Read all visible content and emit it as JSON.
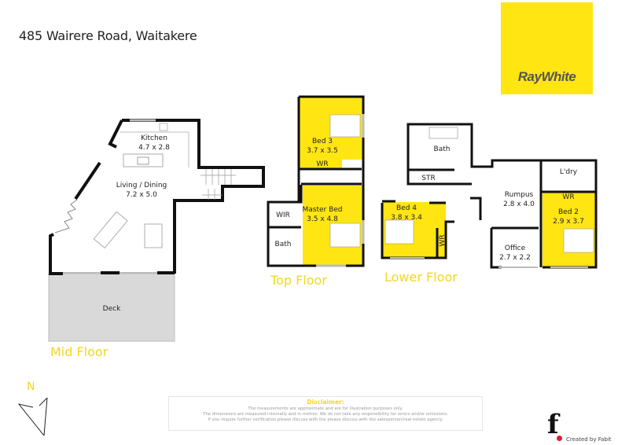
{
  "header": {
    "address": "485 Wairere Road, Waitakere"
  },
  "brand": {
    "name": "RayWhite",
    "color": "#ffe512",
    "text_color": "#555555"
  },
  "colors": {
    "highlight": "#ffe512",
    "wall": "#111111",
    "deck": "#d9d9d9",
    "floor_label": "#f2d81f"
  },
  "floors": {
    "mid": {
      "label": "Mid Floor",
      "rooms": [
        {
          "name": "Kitchen",
          "dims": "4.7 x 2.8"
        },
        {
          "name": "Living / Dining",
          "dims": "7.2 x 5.0"
        },
        {
          "name": "Deck",
          "dims": ""
        }
      ]
    },
    "top": {
      "label": "Top Floor",
      "rooms": [
        {
          "name": "Bed 3",
          "dims": "3.7 x 3.5"
        },
        {
          "name": "WR",
          "dims": ""
        },
        {
          "name": "Master Bed",
          "dims": "3.5 x 4.8"
        },
        {
          "name": "WIR",
          "dims": ""
        },
        {
          "name": "Bath",
          "dims": ""
        }
      ]
    },
    "lower": {
      "label": "Lower Floor",
      "rooms": [
        {
          "name": "Bath",
          "dims": ""
        },
        {
          "name": "STR",
          "dims": ""
        },
        {
          "name": "Bed 4",
          "dims": "3.8 x 3.4"
        },
        {
          "name": "WR",
          "dims": ""
        },
        {
          "name": "Rumpus",
          "dims": "2.8 x 4.0"
        },
        {
          "name": "L'dry",
          "dims": ""
        },
        {
          "name": "WR",
          "dims": ""
        },
        {
          "name": "Bed 2",
          "dims": "2.9 x 3.7"
        },
        {
          "name": "Office",
          "dims": "2.7 x 2.2"
        }
      ]
    }
  },
  "compass": {
    "label": "N",
    "icon": "north-arrow-icon"
  },
  "disclaimer": {
    "title": "Disclaimer:",
    "lines": [
      "The measurements are approximate and are for illustration purposes only.",
      "The dimensions are measured internally and in metres. We do not take any responsibility for errors and/or omissions.",
      "If you require further verification please discuss with the please discuss with the salesperson/real estate agency."
    ]
  },
  "credit": {
    "logo": "f",
    "text": "Created by Fabit"
  }
}
